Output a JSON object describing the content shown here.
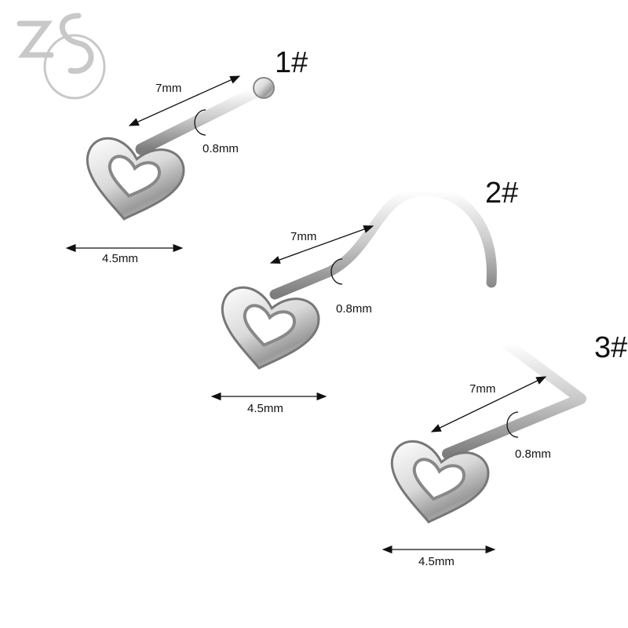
{
  "logo": {
    "text": "ZS"
  },
  "items": [
    {
      "number": "1#",
      "length": "7mm",
      "gauge": "0.8mm",
      "width": "4.5mm",
      "style": "bone"
    },
    {
      "number": "2#",
      "length": "7mm",
      "gauge": "0.8mm",
      "width": "4.5mm",
      "style": "screw"
    },
    {
      "number": "3#",
      "length": "7mm",
      "gauge": "0.8mm",
      "width": "4.5mm",
      "style": "L-shape"
    }
  ],
  "colors": {
    "metal_light": "#f2f2f2",
    "metal_dark": "#8a8a8a",
    "logo": "#c8c8c8"
  }
}
